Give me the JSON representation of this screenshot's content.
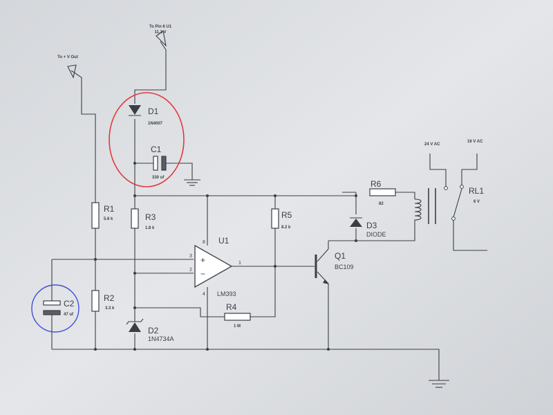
{
  "diagram": {
    "labels": {
      "to_pin6": "To Pin 6 U1",
      "pin6_voltage": "11.2 V",
      "to_v_out": "To + V Out",
      "v24": "24 V AC",
      "v16": "16 V AC"
    },
    "components": {
      "D1": {
        "ref": "D1",
        "value": "1N4007"
      },
      "C1": {
        "ref": "C1",
        "value": "330 uf"
      },
      "R1": {
        "ref": "R1",
        "value": "5.6 k"
      },
      "R2": {
        "ref": "R2",
        "value": "3.3 k"
      },
      "R3": {
        "ref": "R3",
        "value": "1.8 k"
      },
      "R4": {
        "ref": "R4",
        "value": "1 M"
      },
      "R5": {
        "ref": "R5",
        "value": "8.2 k"
      },
      "R6": {
        "ref": "R6",
        "value": "82"
      },
      "D2": {
        "ref": "D2",
        "value": "1N4734A"
      },
      "D3": {
        "ref": "D3",
        "value": "DIODE"
      },
      "U1": {
        "ref": "U1",
        "value": "LM393"
      },
      "Q1": {
        "ref": "Q1",
        "value": "BC109"
      },
      "C2": {
        "ref": "C2",
        "value": "47 uf"
      },
      "RL1": {
        "ref": "RL1",
        "value": "6 V"
      }
    },
    "pins": {
      "p8": "8",
      "p3": "3",
      "p2": "2",
      "p4": "4",
      "p1": "1",
      "plus": "+",
      "minus": "−"
    },
    "highlights": {
      "red": "#e0393e",
      "blue": "#3f4fd6"
    }
  }
}
